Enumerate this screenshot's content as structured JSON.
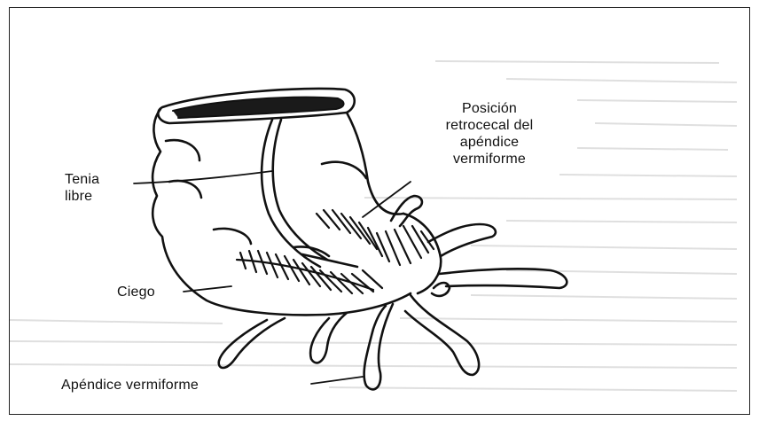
{
  "labels": {
    "posicion_line1": "Posición",
    "posicion_line2": "retrocecal del",
    "posicion_line3": "apéndice",
    "posicion_line4": "vermiforme",
    "tenia_line1": "Tenia",
    "tenia_line2": "libre",
    "ciego": "Ciego",
    "apendice": "Apéndice vermiforme"
  }
}
